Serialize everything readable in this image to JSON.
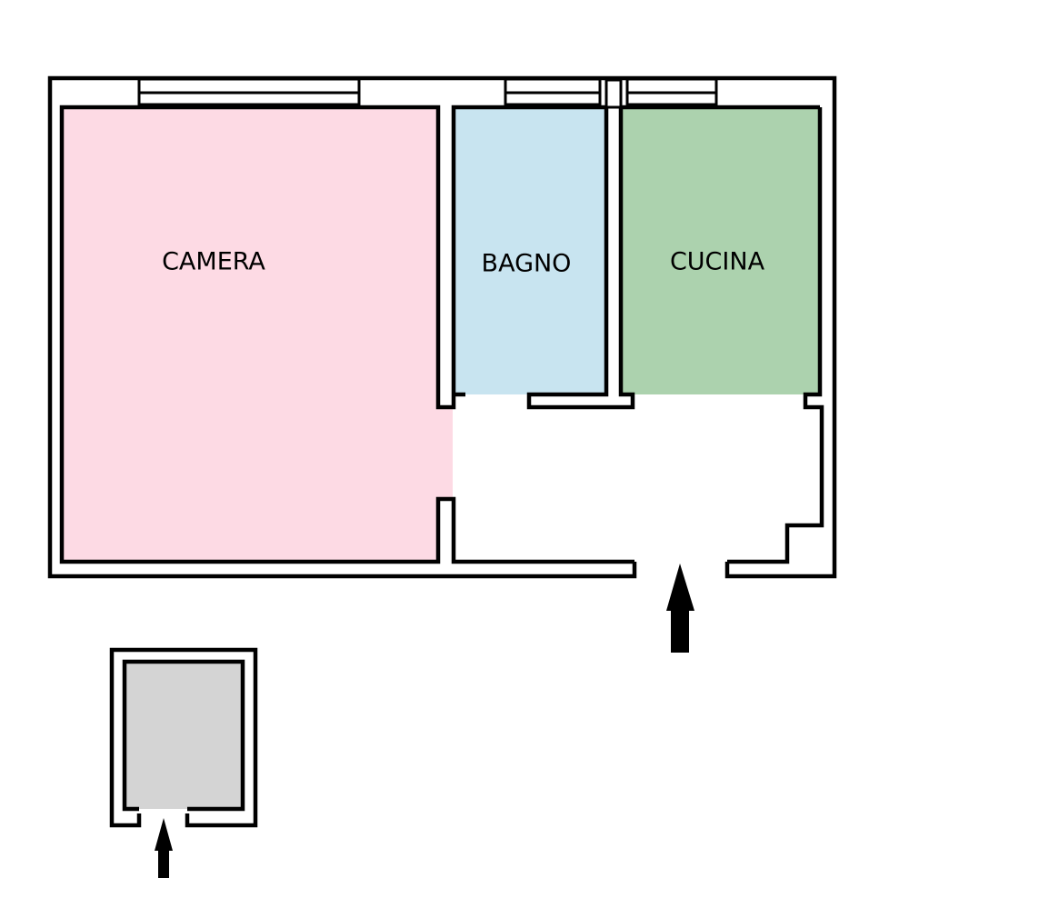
{
  "rooms": {
    "camera": {
      "label": "CAMERA",
      "color": "#fddae4"
    },
    "bagno": {
      "label": "BAGNO",
      "color": "#c8e4f0"
    },
    "cucina": {
      "label": "CUCINA",
      "color": "#acd2ae"
    },
    "annex": {
      "color": "#d4d4d4"
    }
  },
  "colors": {
    "wall": "#000000",
    "background": "#ffffff"
  },
  "icons": {
    "main_entrance": "arrow-up-icon",
    "annex_entrance": "arrow-up-icon"
  }
}
